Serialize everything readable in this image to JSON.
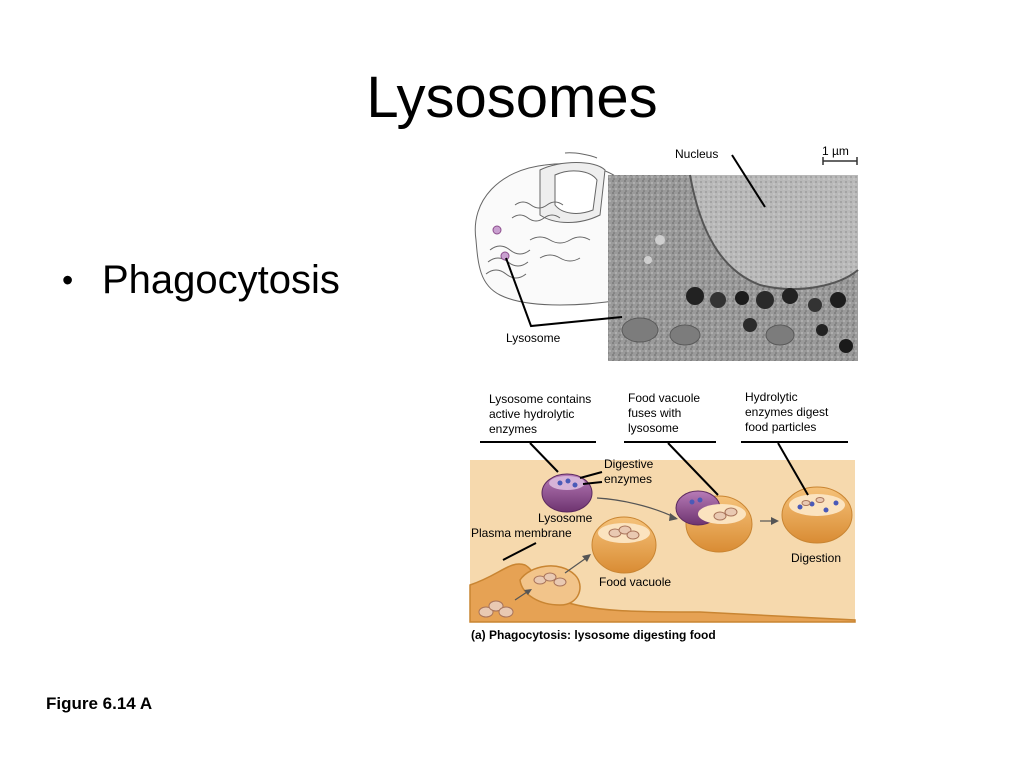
{
  "slide": {
    "title": "Lysosomes",
    "bullets": [
      "Phagocytosis"
    ],
    "figure_caption": "Figure 6.14 A"
  },
  "figure": {
    "labels": {
      "nucleus": "Nucleus",
      "scale_bar": "1 µm",
      "lysosome_top": "Lysosome",
      "step1": "Lysosome contains active hydrolytic enzymes",
      "step2": "Food vacuole fuses with lysosome",
      "step3": "Hydrolytic enzymes digest food particles",
      "digestive_enzymes": "Digestive\nenzymes",
      "lysosome_lower": "Lysosome",
      "plasma_membrane": "Plasma membrane",
      "food_vacuole": "Food vacuole",
      "digestion": "Digestion",
      "panel_caption": "(a) Phagocytosis: lysosome digesting food"
    },
    "colors": {
      "background_panel": "#f6d9ad",
      "vacuole_orange": "#e8a64f",
      "lysosome_purple": "#8c4d8c",
      "micrograph_gray": "#8f8f8f"
    }
  }
}
